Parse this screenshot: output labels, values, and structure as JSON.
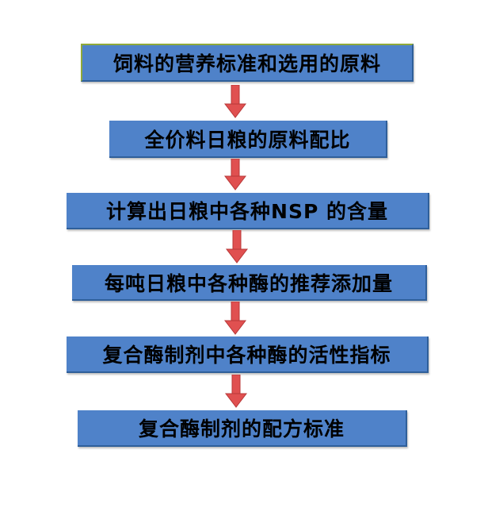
{
  "colors": {
    "box_blue": "#4f82c9",
    "box_blue_dark": "#2f5f9a",
    "arrow_red": "#e05050",
    "arrow_red_dark": "#b83838",
    "top_box_border": "#8fa93a"
  },
  "steps": [
    "饲料的营养标准和选用的原料",
    "全价料日粮的原料配比",
    "计算出日粮中各种NSP 的含量",
    "每吨日粮中各种酶的推荐添加量",
    "复合酶制剂中各种酶的活性指标",
    "复合酶制剂的配方标准"
  ]
}
